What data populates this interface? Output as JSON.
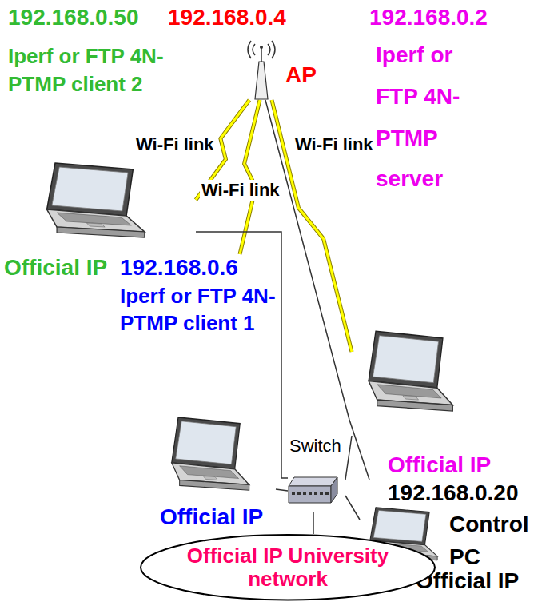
{
  "diagram": {
    "nodes": [
      {
        "text": [
          "192.168.0.50",
          "Iperf or FTP 4N-PTMP client 2",
          "Official IP"
        ]
      },
      {
        "text": [
          "192.168.0.4",
          "AP"
        ]
      },
      {
        "text": [
          "192.168.0.2",
          "Iperf or FTP 4N-PTMP server",
          "Official IP"
        ]
      },
      {
        "text": [
          "192.168.0.6",
          "Iperf or FTP 4N-PTMP client 1",
          "Official IP"
        ]
      },
      {
        "text": [
          "192.168.0.20",
          "Control PC",
          "Official IP"
        ]
      },
      {
        "text": [
          "Switch"
        ]
      },
      {
        "text": [
          "Official IP University network"
        ]
      }
    ],
    "edges": [
      {
        "from": 1,
        "to": 0,
        "label": "Wi-Fi link",
        "arrow": "none"
      },
      {
        "from": 1,
        "to": 2,
        "label": "Wi-Fi link",
        "arrow": "none"
      },
      {
        "from": 1,
        "to": 3,
        "label": "Wi-Fi link",
        "arrow": "none"
      },
      {
        "from": 0,
        "to": 5,
        "arrow": "none"
      },
      {
        "from": 3,
        "to": 5,
        "arrow": "none"
      },
      {
        "from": 2,
        "to": 5,
        "arrow": "none"
      },
      {
        "from": 4,
        "to": 5,
        "arrow": "none"
      },
      {
        "from": 5,
        "to": 6,
        "arrow": "none"
      },
      {
        "from": 1,
        "to": 4,
        "arrow": "none"
      }
    ]
  }
}
